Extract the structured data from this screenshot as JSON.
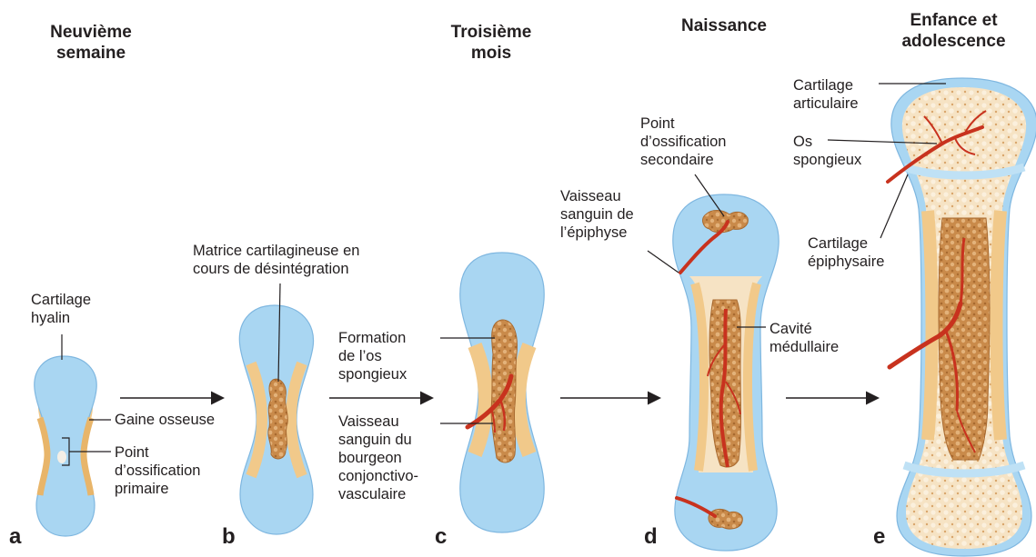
{
  "colors": {
    "cartilage": "#a9d6f2",
    "cartilage_edge": "#7fb7e0",
    "bone_collar": "#f1c98a",
    "spongy_bone": "#c98a4a",
    "marrow": "#e8c9a0",
    "vessel": "#c8321e",
    "line": "#231f20"
  },
  "stages": [
    {
      "id": "a",
      "letter": "a",
      "heading": "Neuvième\nsemaine"
    },
    {
      "id": "b",
      "letter": "b",
      "heading": ""
    },
    {
      "id": "c",
      "letter": "c",
      "heading": "Troisième\nmois"
    },
    {
      "id": "d",
      "letter": "d",
      "heading": "Naissance"
    },
    {
      "id": "e",
      "letter": "e",
      "heading": "Enfance et\nadolescence"
    }
  ],
  "labels": {
    "a_cartilage": "Cartilage\nhyalin",
    "a_gaine": "Gaine osseuse",
    "a_point": "Point\nd’ossification\nprimaire",
    "b_matrice": "Matrice cartilagineuse en\ncours de désintégration",
    "c_formation": "Formation\nde l’os\nspongieux",
    "c_vaisseau": "Vaisseau\nsanguin du\nbourgeon\nconjonctivo-\nvasculaire",
    "d_point": "Point\nd’ossification\nsecondaire",
    "d_vaisseau": "Vaisseau\nsanguin de\nl’épiphyse",
    "d_cavite": "Cavité\nmédullaire",
    "e_cartilage_art": "Cartilage\narticulaire",
    "e_os": "Os\nspongieux",
    "e_cartilage_epi": "Cartilage\népiphysaire"
  }
}
